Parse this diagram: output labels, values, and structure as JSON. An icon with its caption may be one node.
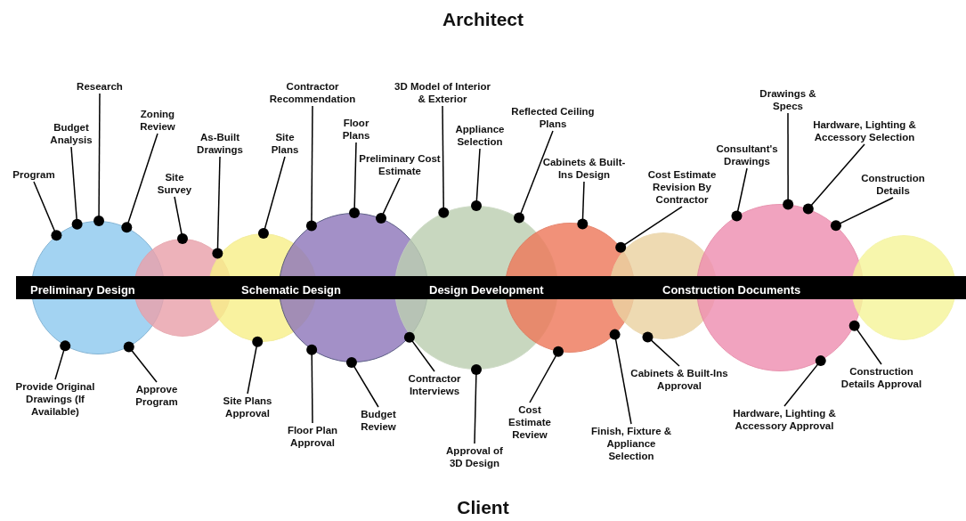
{
  "diagram": {
    "nodes": [
      {
        "text": [],
        "shape": "circle"
      },
      {
        "text": [],
        "shape": "circle"
      },
      {
        "text": [],
        "shape": "circle"
      },
      {
        "text": [],
        "shape": "circle"
      },
      {
        "text": [],
        "shape": "circle"
      },
      {
        "text": [],
        "shape": "circle"
      },
      {
        "text": [],
        "shape": "circle"
      },
      {
        "text": [],
        "shape": "circle"
      },
      {
        "text": [],
        "shape": "circle"
      },
      {
        "text": [
          "Program"
        ]
      },
      {
        "text": [
          "Budget Analysis"
        ]
      },
      {
        "text": [
          "Research"
        ]
      },
      {
        "text": [
          "Zoning Review"
        ]
      },
      {
        "text": [
          "Site Survey"
        ]
      },
      {
        "text": [
          "As-Built Drawings"
        ]
      },
      {
        "text": [
          "Site Plans"
        ]
      },
      {
        "text": [
          "Contractor Recommendation"
        ]
      },
      {
        "text": [
          "Floor Plans"
        ]
      },
      {
        "text": [
          "Preliminary Cost Estimate"
        ]
      },
      {
        "text": [
          "3D Model of Interior & Exterior"
        ]
      },
      {
        "text": [
          "Appliance Selection"
        ]
      },
      {
        "text": [
          "Reflected Ceiling Plans"
        ]
      },
      {
        "text": [
          "Cabinets & Built-Ins Design"
        ]
      },
      {
        "text": [
          "Cost Estimate Revision By Contractor"
        ]
      },
      {
        "text": [
          "Consultant's Drawings"
        ]
      },
      {
        "text": [
          "Drawings & Specs"
        ]
      },
      {
        "text": [
          "Hardware, Lighting & Accessory Selection"
        ]
      },
      {
        "text": [
          "Construction Details"
        ]
      },
      {
        "text": [
          "Provide Original Drawings (If Available)"
        ]
      },
      {
        "text": [
          "Approve Program"
        ]
      },
      {
        "text": [
          "Site Plans Approval"
        ]
      },
      {
        "text": [
          "Floor Plan Approval"
        ]
      },
      {
        "text": [
          "Budget Review"
        ]
      },
      {
        "text": [
          "Contractor Interviews"
        ]
      },
      {
        "text": [
          "Approval of 3D Design"
        ]
      },
      {
        "text": [
          "Cost Estimate Review"
        ]
      },
      {
        "text": [
          "Finish, Fixture & Appliance Selection"
        ]
      },
      {
        "text": [
          "Cabinets & Built-Ins Approval"
        ]
      },
      {
        "text": [
          "Hardware, Lighting & Accessory Approval"
        ]
      },
      {
        "text": [
          "Construction Details Approval"
        ]
      }
    ],
    "edges": [
      {
        "from": 9,
        "to": 0,
        "arrow": "other"
      },
      {
        "from": 10,
        "to": 0,
        "arrow": "other"
      },
      {
        "from": 11,
        "to": 0,
        "arrow": "other"
      },
      {
        "from": 12,
        "to": 0,
        "arrow": "other"
      },
      {
        "from": 13,
        "to": 1,
        "arrow": "other"
      },
      {
        "from": 14,
        "to": 1,
        "arrow": "other"
      },
      {
        "from": 15,
        "to": 2,
        "arrow": "other"
      },
      {
        "from": 16,
        "to": 3,
        "arrow": "other"
      },
      {
        "from": 17,
        "to": 3,
        "arrow": "other"
      },
      {
        "from": 18,
        "to": 3,
        "arrow": "other"
      },
      {
        "from": 19,
        "to": 4,
        "arrow": "other"
      },
      {
        "from": 20,
        "to": 4,
        "arrow": "other"
      },
      {
        "from": 21,
        "to": 4,
        "arrow": "other"
      },
      {
        "from": 22,
        "to": 5,
        "arrow": "other"
      },
      {
        "from": 23,
        "to": 5,
        "arrow": "other"
      },
      {
        "from": 24,
        "to": 7,
        "arrow": "other"
      },
      {
        "from": 25,
        "to": 7,
        "arrow": "other"
      },
      {
        "from": 26,
        "to": 7,
        "arrow": "other"
      },
      {
        "from": 27,
        "to": 7,
        "arrow": "other"
      },
      {
        "from": 28,
        "to": 0,
        "arrow": "other"
      },
      {
        "from": 29,
        "to": 0,
        "arrow": "other"
      },
      {
        "from": 30,
        "to": 2,
        "arrow": "other"
      },
      {
        "from": 31,
        "to": 3,
        "arrow": "other"
      },
      {
        "from": 32,
        "to": 3,
        "arrow": "other"
      },
      {
        "from": 33,
        "to": 3,
        "arrow": "other"
      },
      {
        "from": 34,
        "to": 4,
        "arrow": "other"
      },
      {
        "from": 35,
        "to": 5,
        "arrow": "other"
      },
      {
        "from": 36,
        "to": 5,
        "arrow": "other"
      },
      {
        "from": 37,
        "to": 6,
        "arrow": "other"
      },
      {
        "from": 38,
        "to": 7,
        "arrow": "other"
      },
      {
        "from": 39,
        "to": 7,
        "arrow": "other"
      }
    ],
    "labels": [
      "Architect",
      "Preliminary Design",
      "Schematic Design",
      "Design Development",
      "Construction Documents",
      "Client"
    ]
  }
}
